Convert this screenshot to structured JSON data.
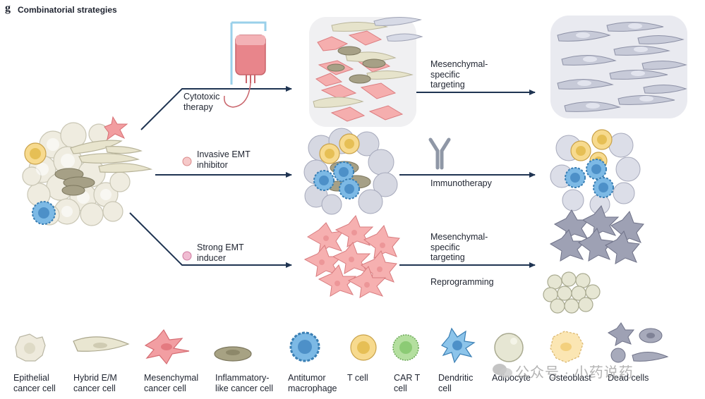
{
  "panel": {
    "letter": "g",
    "title": "Combinatorial strategies"
  },
  "arrows": {
    "top": [
      "Cytotoxic",
      "therapy"
    ],
    "middle": [
      "Invasive EMT",
      "inhibitor"
    ],
    "bottom": [
      "Strong EMT",
      "inducer"
    ]
  },
  "second_step": {
    "top": [
      "Mesenchymal-",
      "specific",
      "targeting"
    ],
    "middle": [
      "Immunotherapy"
    ],
    "bottom": [
      "Mesenchymal-",
      "specific",
      "targeting"
    ],
    "bottom_extra": "Reprogramming"
  },
  "legend": [
    {
      "line1": "Epithelial",
      "line2": "cancer cell",
      "icon": "epithelial-cell-icon"
    },
    {
      "line1": "Hybrid E/M",
      "line2": "cancer cell",
      "icon": "hybrid-cell-icon"
    },
    {
      "line1": "Mesenchymal",
      "line2": "cancer cell",
      "icon": "mesenchymal-cell-icon"
    },
    {
      "line1": "Inflammatory-",
      "line2": "like cancer cell",
      "icon": "inflammatory-cell-icon"
    },
    {
      "line1": "Antitumor",
      "line2": "macrophage",
      "icon": "macrophage-icon"
    },
    {
      "line1": "T cell",
      "line2": "",
      "icon": "t-cell-icon"
    },
    {
      "line1": "CAR T",
      "line2": "cell",
      "icon": "car-t-cell-icon"
    },
    {
      "line1": "Dendritic",
      "line2": "cell",
      "icon": "dendritic-cell-icon"
    },
    {
      "line1": "Adipocyte",
      "line2": "",
      "icon": "adipocyte-icon"
    },
    {
      "line1": "Osteoblast",
      "line2": "",
      "icon": "osteoblast-icon"
    },
    {
      "line1": "Dead cells",
      "line2": "",
      "icon": "dead-cells-icon"
    }
  ],
  "watermark": "公众号 · 小药说药",
  "colors": {
    "arrow": "#1f3452",
    "epithelial": "#eeeadc",
    "hybrid": "#e7e3cd",
    "mesenchymal": "#f2a3a3",
    "inflammatory": "#a7a283",
    "macrophage": "#6fb3e0",
    "t_cell": "#f6d98a",
    "car_t": "#a9d99a",
    "dead": "#a7aabb",
    "iv_bag": "#e9868c"
  }
}
